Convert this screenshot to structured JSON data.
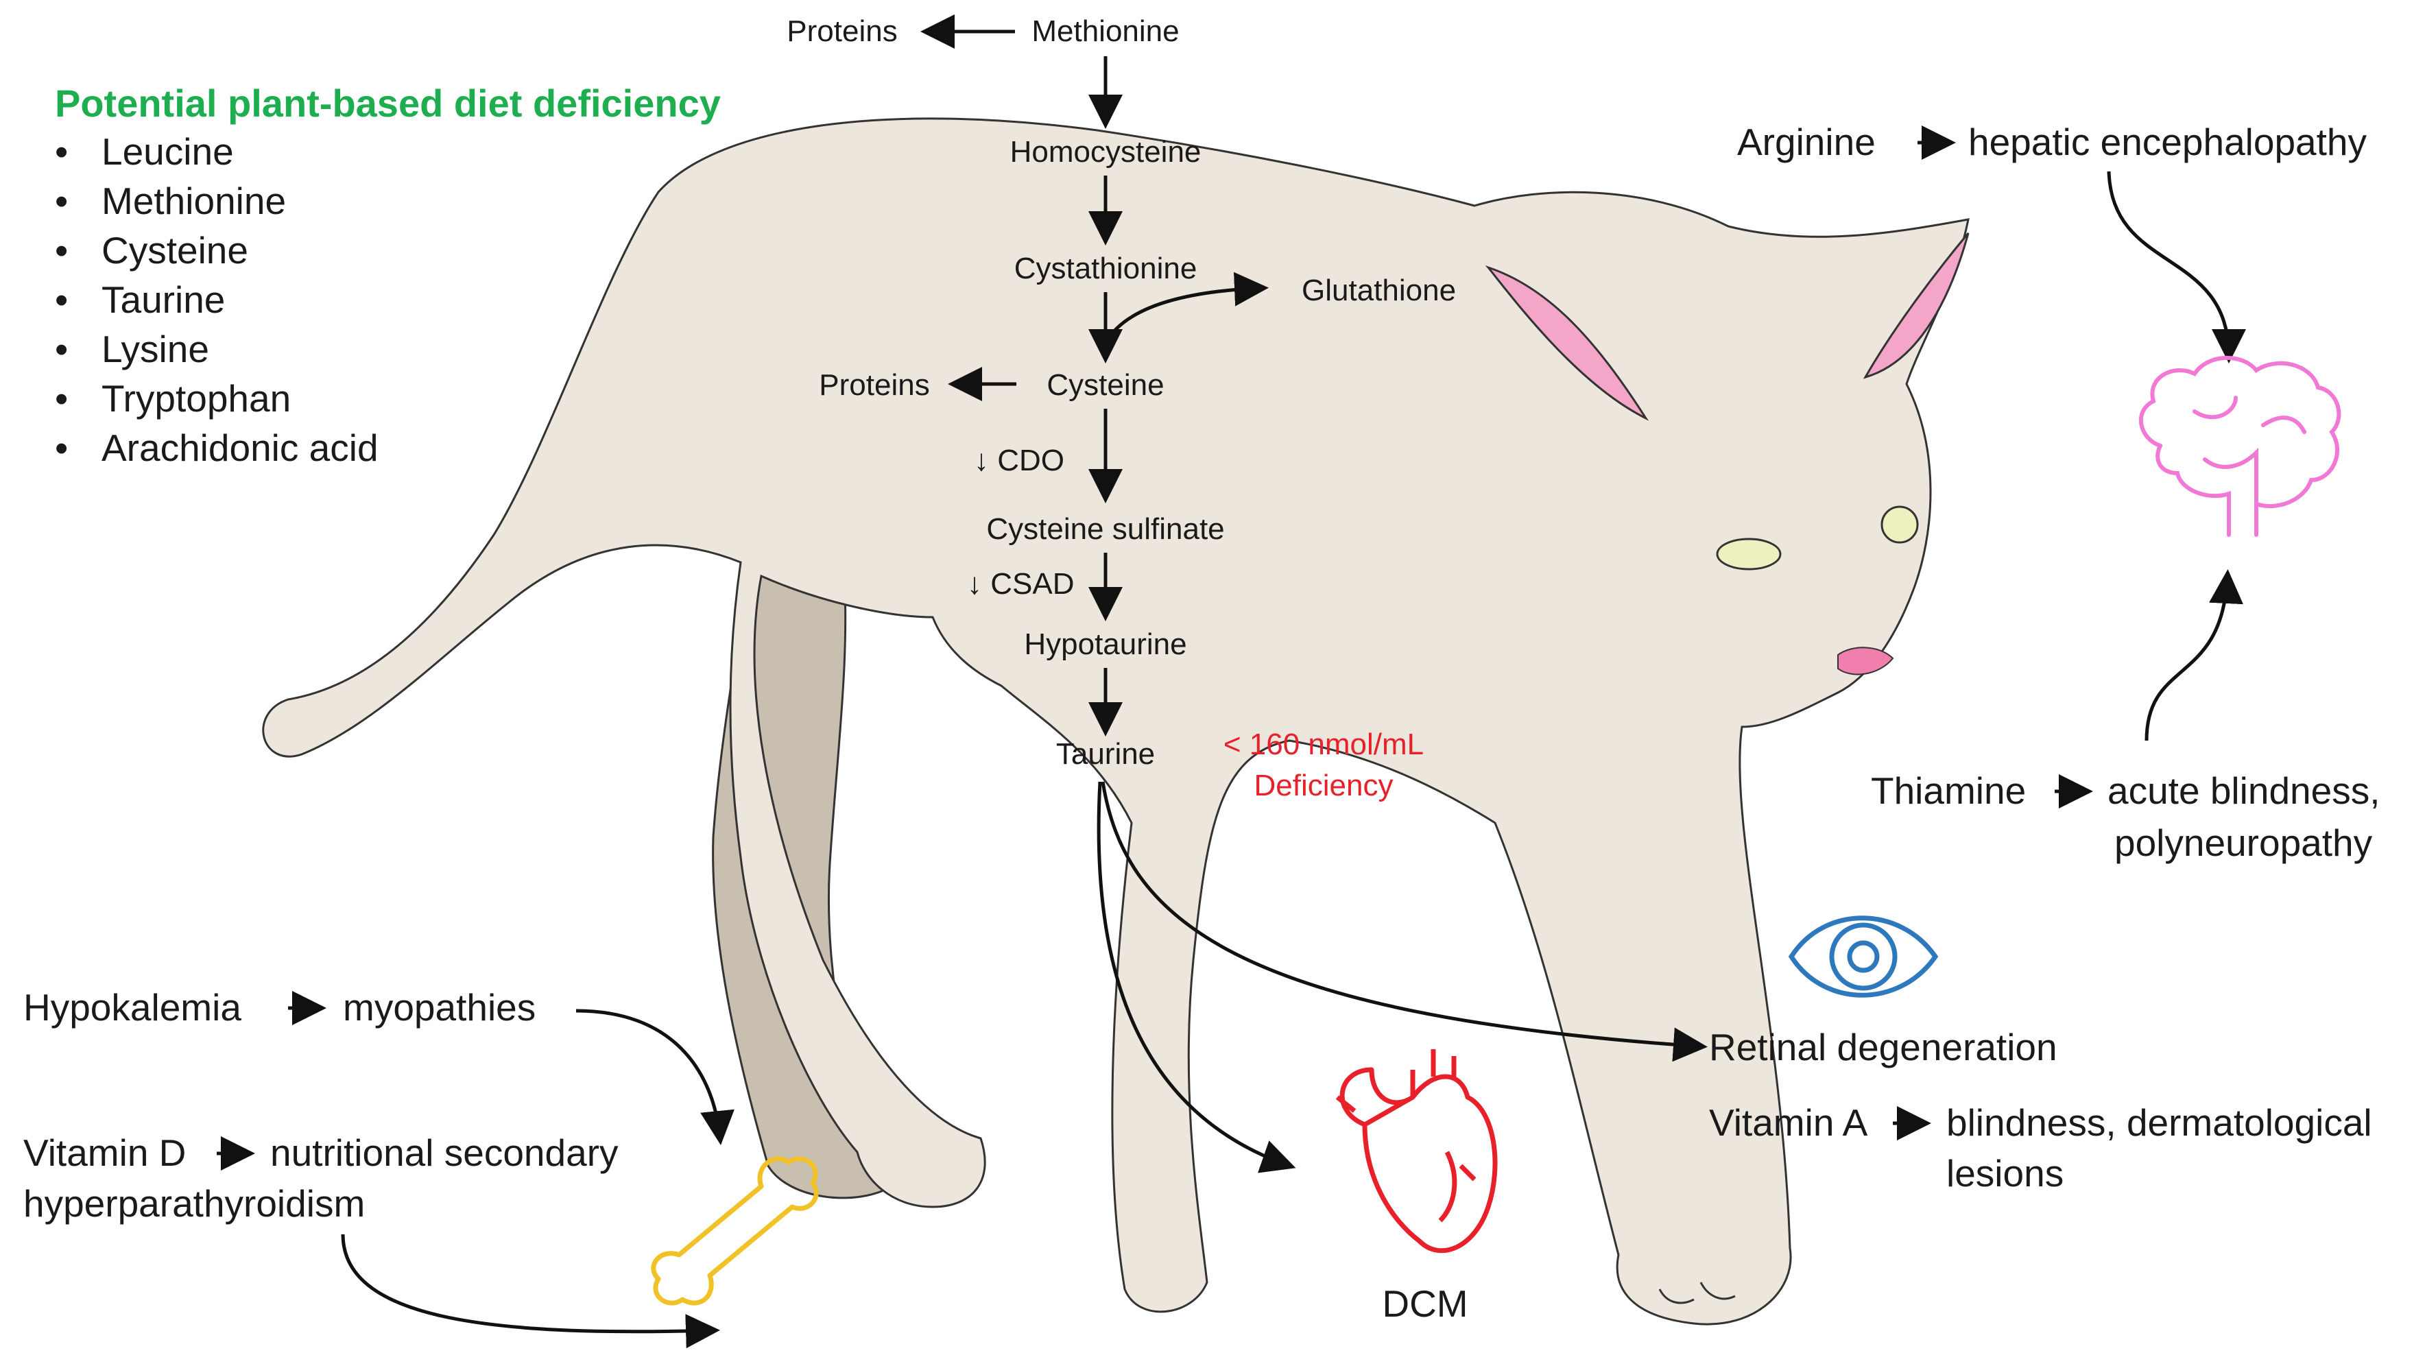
{
  "colors": {
    "cat_body": "#ede6dc",
    "cat_shadow": "#c9bfb0",
    "ear_pink": "#f4a6c9",
    "heart": "#e8202a",
    "brain": "#f178d4",
    "eye_icon": "#2e78bd",
    "bone": "#f1c227",
    "deficiency_green": "#1fae4f"
  },
  "deficiency": {
    "title": "Potential plant-based diet deficiency",
    "bullet": "•",
    "items": [
      "Leucine",
      "Methionine",
      "Cysteine",
      "Taurine",
      "Lysine",
      "Tryptophan",
      "Arachidonic acid"
    ]
  },
  "pathway": {
    "methionine": "Methionine",
    "proteins_top": "Proteins",
    "homocysteine": "Homocysteine",
    "cystathionine": "Cystathionine",
    "glutathione": "Glutathione",
    "cysteine": "Cysteine",
    "proteins_mid": "Proteins",
    "cdo": "↓ CDO",
    "cysteine_sulfinate": "Cysteine sulfinate",
    "csad": "↓ CSAD",
    "hypotaurine": "Hypotaurine",
    "taurine": "Taurine",
    "threshold_line1": "< 160 nmol/mL",
    "threshold_line2": "Deficiency"
  },
  "outcomes": {
    "arginine": "Arginine",
    "hepatic": "hepatic encephalopathy",
    "thiamine": "Thiamine",
    "blindness_line1": "acute blindness,",
    "blindness_line2": "polyneuropathy",
    "retinal": "Retinal degeneration",
    "vitamin_a": "Vitamin A",
    "vitamin_a_line1": "blindness, dermatological",
    "vitamin_a_line2": "lesions",
    "dcm": "DCM",
    "hypokalemia": "Hypokalemia",
    "myopathies": "myopathies",
    "vitamin_d": "Vitamin D",
    "vitamin_d_line1": "nutritional secondary",
    "vitamin_d_line2": "hyperparathyroidism"
  },
  "icons": [
    "brain-icon",
    "eye-icon",
    "heart-icon",
    "bone-icon",
    "cat-illustration"
  ]
}
